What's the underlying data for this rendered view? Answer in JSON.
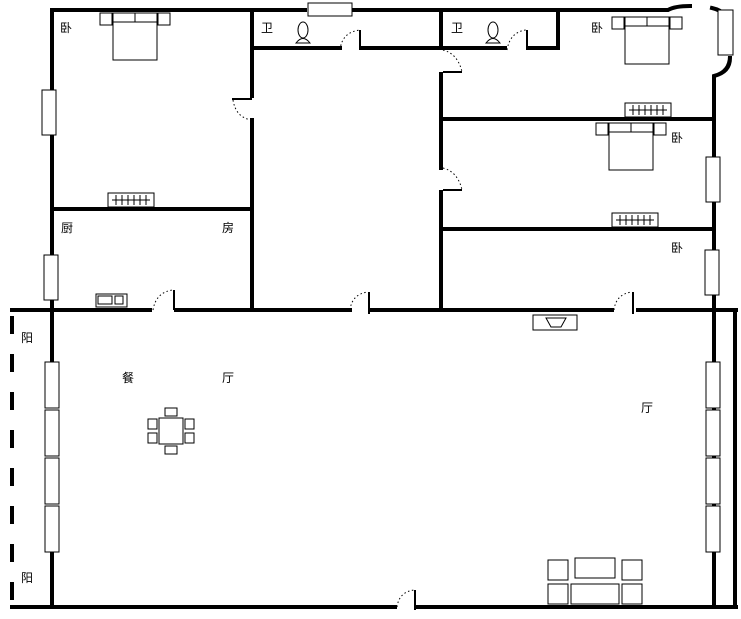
{
  "rooms": {
    "bedroom_nw": "卧",
    "bath_1": "卫",
    "bath_2": "卫",
    "bedroom_ne": "卧",
    "bedroom_e_mid": "卧",
    "bedroom_e_low": "卧",
    "kitchen_1": "厨",
    "kitchen_2": "房",
    "dining_1": "餐",
    "dining_2": "厅",
    "living": "厅",
    "balcony_top": "阳",
    "balcony_bottom": "阳"
  },
  "colors": {
    "wall": "#000000",
    "background": "#ffffff"
  }
}
